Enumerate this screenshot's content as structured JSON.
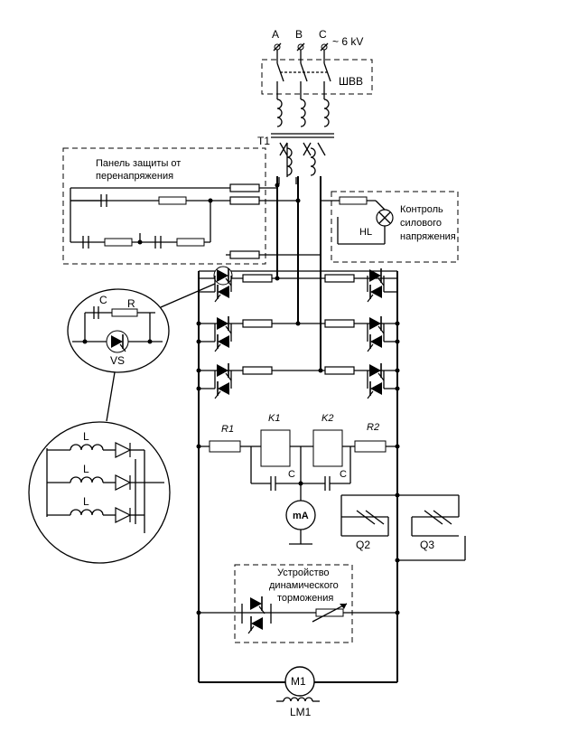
{
  "supply": {
    "phase_a": "A",
    "phase_b": "B",
    "phase_c": "C",
    "voltage": "~ 6 kV"
  },
  "switchgear": {
    "label": "ШВВ"
  },
  "transformer": {
    "label": "T1"
  },
  "protection_panel": {
    "title_line1": "Панель защиты от",
    "title_line2": "перенапряжения"
  },
  "voltage_control": {
    "title_line1": "Контроль",
    "title_line2": "силового",
    "title_line3": "напряжения",
    "lamp_label": "HL"
  },
  "thyristor_detail": {
    "c_label": "C",
    "r_label": "R",
    "vs_label": "VS"
  },
  "inductor_detail": {
    "l_labels": [
      "L",
      "L",
      "L"
    ]
  },
  "measurement": {
    "r1": "R1",
    "k1": "K1",
    "k2": "K2",
    "r2": "R2",
    "c_left": "C",
    "c_right": "C",
    "meter": "mA"
  },
  "contactors": {
    "q2": "Q2",
    "q3": "Q3"
  },
  "braking_device": {
    "title_line1": "Устройство",
    "title_line2": "динамического",
    "title_line3": "торможения"
  },
  "motor": {
    "label": "M1",
    "field_label": "LM1"
  }
}
